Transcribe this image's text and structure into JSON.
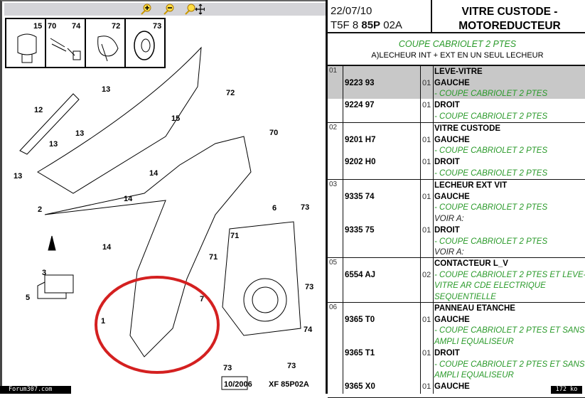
{
  "toolbar": {
    "zoom_in": "zoom-in",
    "zoom_out": "zoom-out",
    "pan": "pan"
  },
  "diagram": {
    "inset_labels": [
      "15",
      "70",
      "74",
      "72",
      "73"
    ],
    "callouts": [
      "13",
      "13",
      "13",
      "13",
      "12",
      "15",
      "72",
      "70",
      "14",
      "14",
      "14",
      "2",
      "6",
      "73",
      "73",
      "73",
      "73",
      "71",
      "71",
      "7",
      "3",
      "5",
      "74",
      "1"
    ],
    "footer_date": "10/2006",
    "footer_ref": "XF 85P02A"
  },
  "header": {
    "date": "22/07/10",
    "code_pre": "T5F 8 ",
    "code_bold": "85P",
    "code_post": " 02A",
    "title1": "VITRE CUSTODE -",
    "title2": "MOTOREDUCTEUR",
    "sub_green": "COUPE CABRIOLET 2 PTES",
    "sub_note": "A)LECHEUR INT + EXT EN UN SEUL LECHEUR"
  },
  "groups": [
    {
      "idx": "01",
      "name": "LEVE-VITRE",
      "lines": [
        [
          "9223 93",
          "01",
          "GAUCHE",
          "- COUPE CABRIOLET 2 PTES"
        ],
        [
          "9224 97",
          "01",
          "DROIT",
          "- COUPE CABRIOLET 2 PTES"
        ]
      ]
    },
    {
      "idx": "02",
      "name": "VITRE CUSTODE",
      "lines": [
        [
          "9201 H7",
          "01",
          "GAUCHE",
          "- COUPE CABRIOLET 2 PTES"
        ],
        [
          "9202 H0",
          "01",
          "DROIT",
          "- COUPE CABRIOLET 2 PTES"
        ]
      ]
    },
    {
      "idx": "03",
      "name": "LECHEUR EXT VIT",
      "lines": [
        [
          "9335 74",
          "01",
          "GAUCHE",
          "- COUPE CABRIOLET 2 PTES",
          "VOIR A:"
        ],
        [
          "9335 75",
          "01",
          "DROIT",
          "- COUPE CABRIOLET 2 PTES",
          "VOIR A:"
        ]
      ]
    },
    {
      "idx": "05",
      "name": "CONTACTEUR L_V",
      "lines": [
        [
          "6554 AJ",
          "02",
          "- COUPE CABRIOLET 2 PTES ET LEVE-",
          "VITRE AR CDE ELECTRIQUE",
          "SEQUENTIELLE"
        ]
      ]
    },
    {
      "idx": "06",
      "name": "PANNEAU ETANCHE",
      "lines": [
        [
          "9365 T0",
          "01",
          "GAUCHE",
          "- COUPE CABRIOLET 2 PTES ET SANS",
          "AMPLI EQUALISEUR"
        ],
        [
          "9365 T1",
          "01",
          "DROIT",
          "- COUPE CABRIOLET 2 PTES ET SANS",
          "AMPLI EQUALISEUR"
        ],
        [
          "9365 X0",
          "01",
          "GAUCHE"
        ]
      ]
    }
  ],
  "footer": {
    "forum": "Forum307.com",
    "size": "172 ko"
  },
  "colors": {
    "green": "#2a9a2a",
    "highlight": "#c8c8c8",
    "circle": "#d42020"
  }
}
